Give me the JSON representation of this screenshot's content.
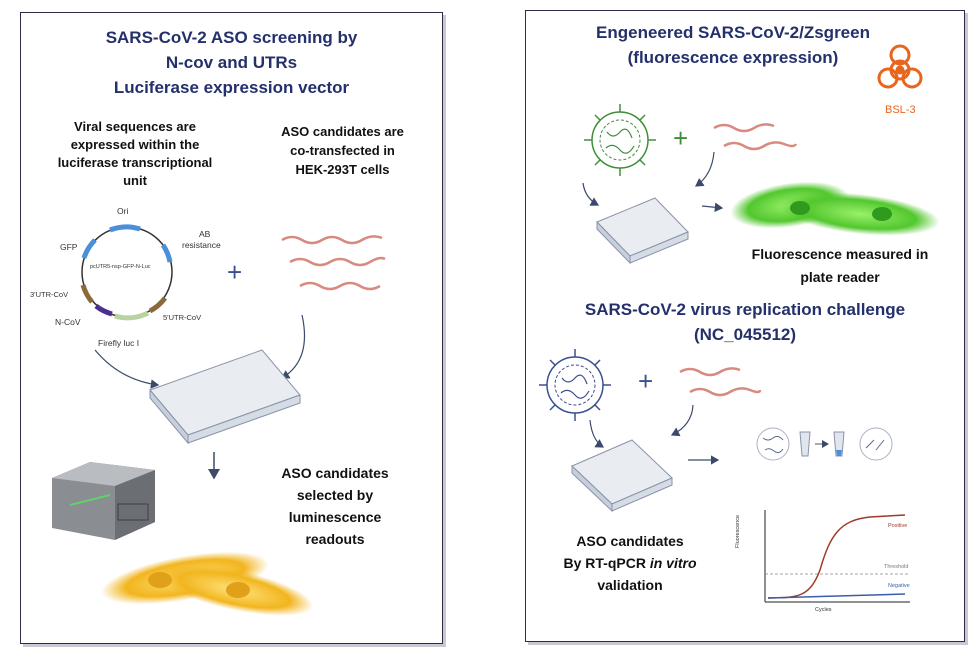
{
  "left": {
    "title": [
      "SARS-CoV-2 ASO screening by",
      "N-cov and UTRs",
      "Luciferase expression vector"
    ],
    "col1": [
      "Viral sequences are",
      "expressed within the",
      "luciferase transcriptional",
      "unit"
    ],
    "col2": [
      "ASO candidates are",
      "co-transfected in",
      "HEK-293T cells"
    ],
    "plasmid": {
      "center": "pcUTR5-nsp-GFP-N-Luc",
      "ori": "Ori",
      "ab": [
        "AB",
        "resistance"
      ],
      "gfp": "GFP",
      "utr3": "3'UTR-CoV",
      "ncov": "N-CoV",
      "utr5": "5'UTR-CoV",
      "luc": "Firefly luc I"
    },
    "plus": "+",
    "selected": [
      "ASO candidates",
      "selected by",
      "luminescence",
      "readouts"
    ],
    "arrow_down": "↓"
  },
  "right": {
    "title1": [
      "Engeneered SARS-CoV-2/Zsgreen",
      "(fluorescence expression)"
    ],
    "bsl": "BSL-3",
    "plus1": "+",
    "fluor": [
      "Fluorescence measured in",
      "plate reader"
    ],
    "title2": [
      "SARS-CoV-2 virus replication challenge",
      "(NC_045512)"
    ],
    "plus2": "+",
    "aso": [
      "ASO candidates",
      "By RT-qPCR",
      "in vitro",
      "validation"
    ],
    "graph": {
      "ylabel": "Fluorescence",
      "xlabel": "Cycles",
      "positive": "Positive",
      "threshold": "Threshold",
      "negative": "Negative"
    }
  },
  "colors": {
    "title": "#24306b",
    "virus_green": "#3f8f3a",
    "virus_blue": "#3a4f8f",
    "rna": "#d98a80",
    "cell_green": "#5ad136",
    "cell_yellow": "#f2c22b",
    "biohazard": "#e8651e"
  }
}
